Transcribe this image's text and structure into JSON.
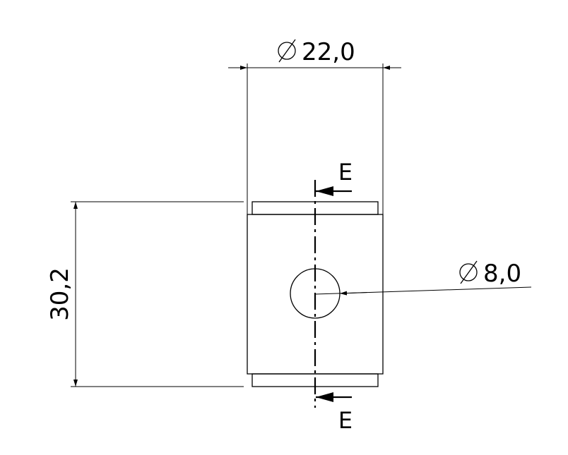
{
  "dimensions": {
    "width_diameter": "22,0",
    "height": "30,2",
    "hole_diameter": "8,0"
  },
  "section_labels": {
    "top": "E",
    "bottom": "E"
  },
  "symbols": {
    "diameter": "diameter-symbol"
  },
  "colors": {
    "line": "#000000",
    "background": "#ffffff"
  }
}
